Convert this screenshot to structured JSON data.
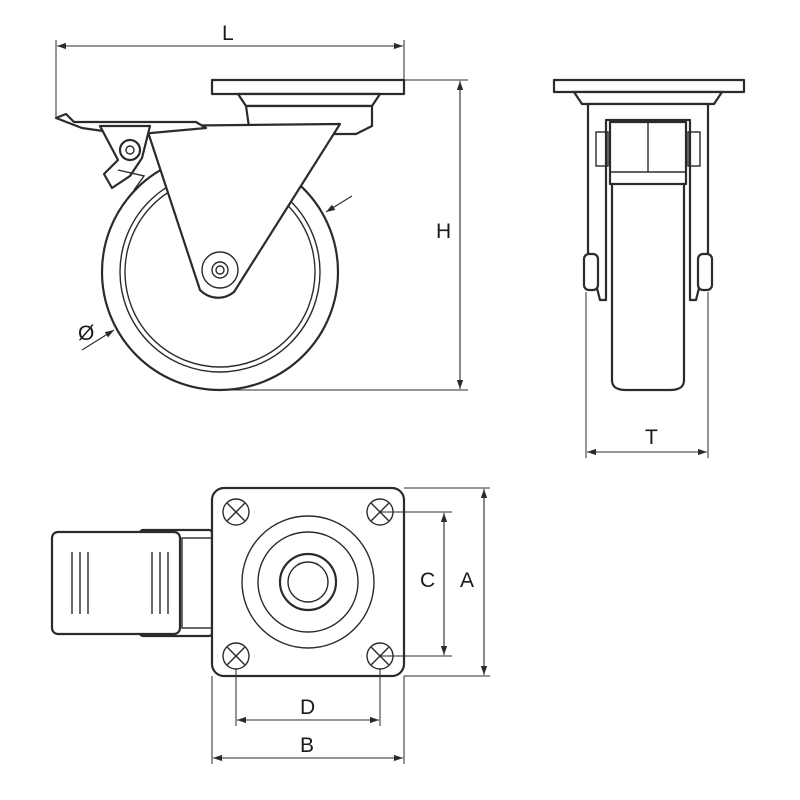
{
  "drawing": {
    "views": [
      "side-view",
      "front-view",
      "top-view"
    ],
    "dimensions": {
      "L": "L",
      "H": "H",
      "T": "T",
      "diameter": "Ø",
      "A": "A",
      "B": "B",
      "C": "C",
      "D": "D"
    },
    "colors": {
      "line": "#2b2b2b",
      "background": "#ffffff"
    }
  }
}
